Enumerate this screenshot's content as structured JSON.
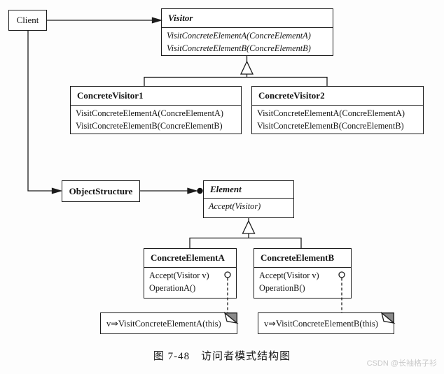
{
  "diagram": {
    "classes": {
      "client": {
        "title": "Client"
      },
      "visitor": {
        "title": "Visitor",
        "methods": [
          "VisitConcreteElementA(ConcreElementA)",
          "VisitConcreteElementB(ConcreElementB)"
        ]
      },
      "concrete_visitor_1": {
        "title": "ConcreteVisitor1",
        "methods": [
          "VisitConcreteElementA(ConcreElementA)",
          "VisitConcreteElementB(ConcreElementB)"
        ]
      },
      "concrete_visitor_2": {
        "title": "ConcreteVisitor2",
        "methods": [
          "VisitConcreteElementA(ConcreElementA)",
          "VisitConcreteElementB(ConcreElementB)"
        ]
      },
      "object_structure": {
        "title": "ObjectStructure"
      },
      "element": {
        "title": "Element",
        "methods": [
          "Accept(Visitor)"
        ]
      },
      "concrete_element_a": {
        "title": "ConcreteElementA",
        "methods": [
          "Accept(Visitor v)",
          "OperationA()"
        ]
      },
      "concrete_element_b": {
        "title": "ConcreteElementB",
        "methods": [
          "Accept(Visitor v)",
          "OperationB()"
        ]
      }
    },
    "notes": {
      "note_a": "v⇒VisitConcreteElementA(this)",
      "note_b": "v⇒VisitConcreteElementB(this)"
    },
    "caption": "图 7-48　访问者模式结构图",
    "watermark": "CSDN @长袖格子衫"
  }
}
